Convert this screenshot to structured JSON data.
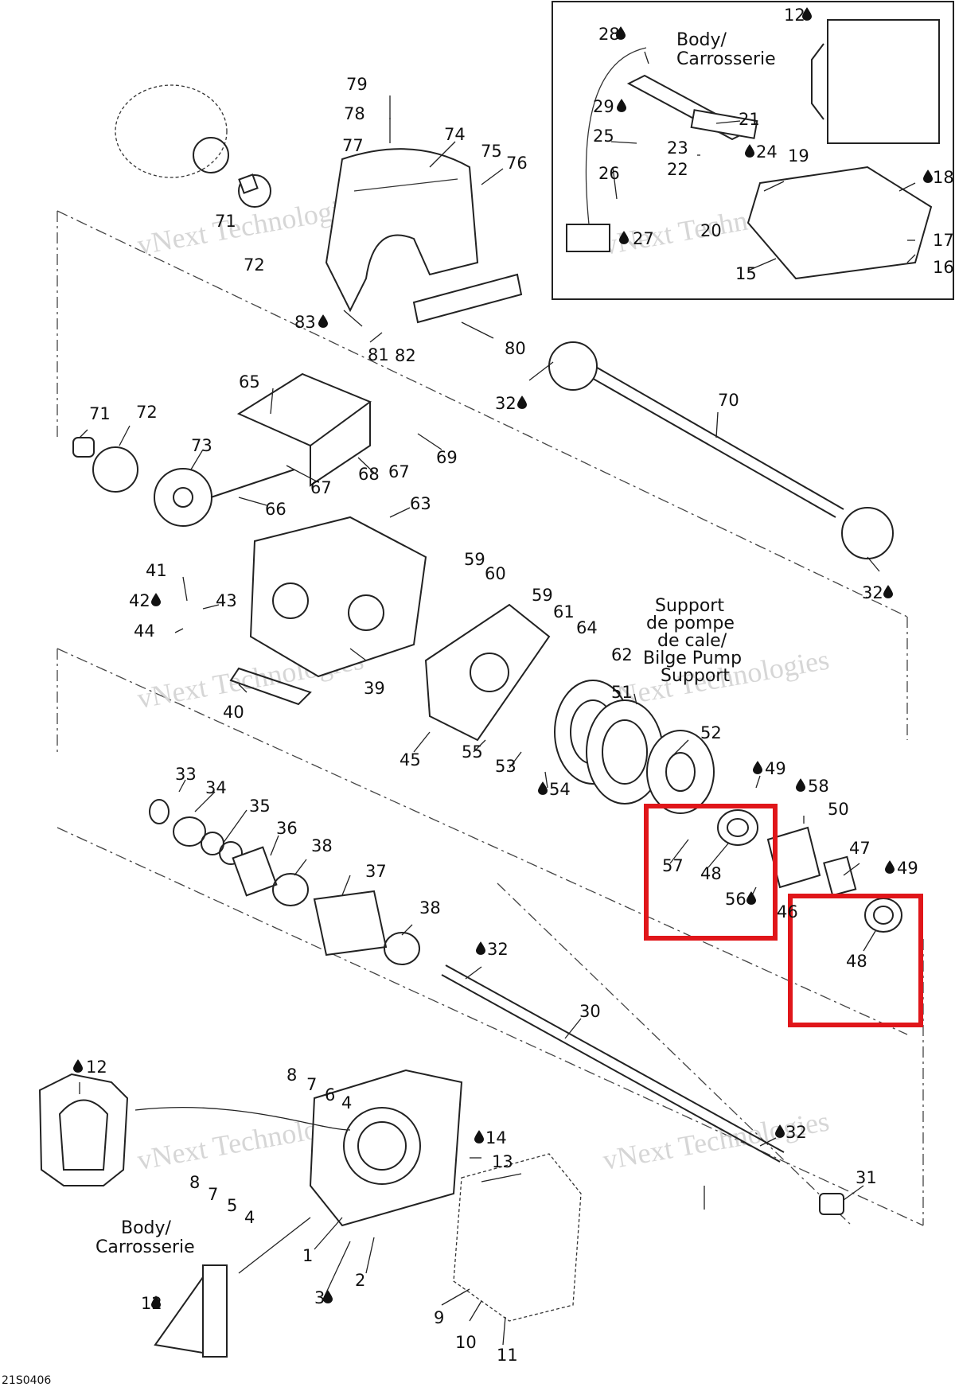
{
  "drawing_code": "21S0406",
  "watermark": "vNext Technologies",
  "highlight_color": "#e0161a",
  "drop_icon": "oil-drop-icon",
  "annotations": {
    "body_top": "Body/\nCarrosserie",
    "body_bottom": "Body/\nCarrosserie",
    "bilge_support": "Support\nde pompe\nde cale/\nBilge Pump\nSupport"
  },
  "labels": {
    "l1": "1",
    "l2": "2",
    "l3": "3",
    "l4a": "4",
    "l4b": "4",
    "l5": "5",
    "l6": "6",
    "l7a": "7",
    "l7b": "7",
    "l8a": "8",
    "l8b": "8",
    "l9": "9",
    "l10": "10",
    "l11": "11",
    "l12a": "12",
    "l12b": "12",
    "l12c": "12",
    "l13": "13",
    "l14": "14",
    "l15": "15",
    "l16": "16",
    "l17": "17",
    "l18": "18",
    "l19": "19",
    "l20": "20",
    "l21": "21",
    "l22": "22",
    "l23": "23",
    "l24": "24",
    "l25": "25",
    "l26": "26",
    "l27": "27",
    "l28": "28",
    "l29": "29",
    "l30": "30",
    "l31": "31",
    "l32a": "32",
    "l32b": "32",
    "l32c": "32",
    "l32d": "32",
    "l33": "33",
    "l34": "34",
    "l35": "35",
    "l36": "36",
    "l37": "37",
    "l38a": "38",
    "l38b": "38",
    "l39": "39",
    "l40": "40",
    "l41": "41",
    "l42": "42",
    "l43": "43",
    "l44": "44",
    "l45": "45",
    "l46": "46",
    "l47": "47",
    "l48a": "48",
    "l48b": "48",
    "l49a": "49",
    "l49b": "49",
    "l50": "50",
    "l51": "51",
    "l52": "52",
    "l53": "53",
    "l54": "54",
    "l55": "55",
    "l56": "56",
    "l57": "57",
    "l58": "58",
    "l59a": "59",
    "l59b": "59",
    "l60": "60",
    "l61": "61",
    "l62": "62",
    "l63": "63",
    "l64": "64",
    "l65": "65",
    "l66": "66",
    "l67a": "67",
    "l67b": "67",
    "l68": "68",
    "l69": "69",
    "l70": "70",
    "l71a": "71",
    "l71b": "71",
    "l72a": "72",
    "l72b": "72",
    "l73": "73",
    "l74": "74",
    "l75": "75",
    "l76": "76",
    "l77": "77",
    "l78": "78",
    "l79": "79",
    "l80": "80",
    "l81": "81",
    "l82": "82",
    "l83": "83"
  }
}
